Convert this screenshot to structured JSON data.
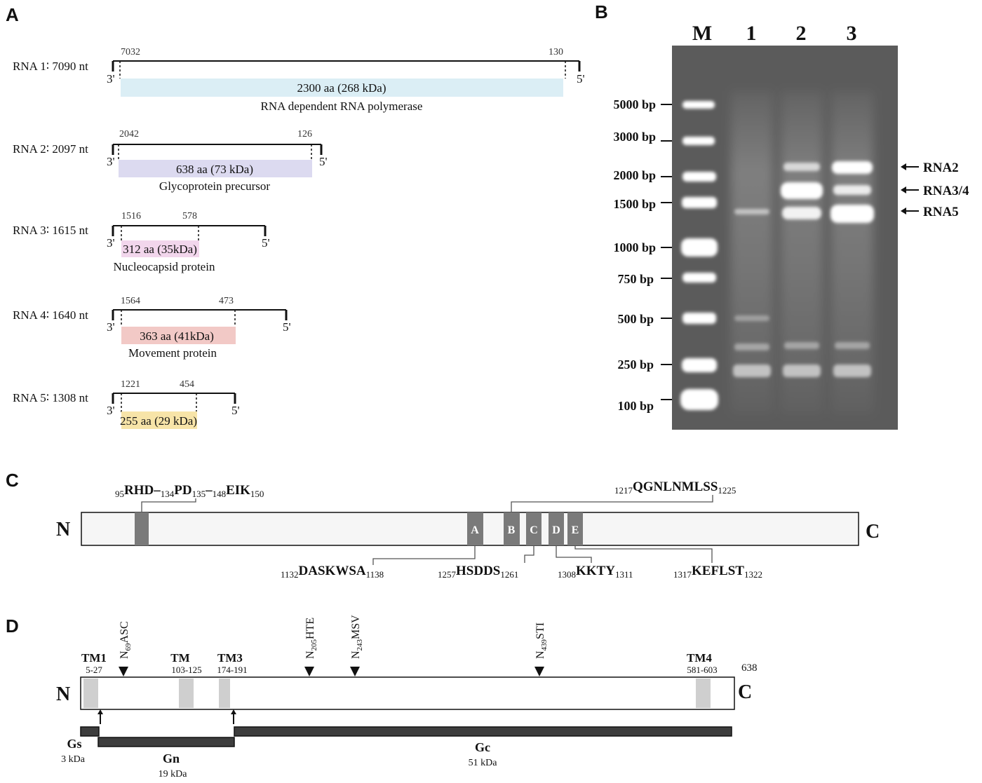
{
  "panels": {
    "a": "A",
    "b": "B",
    "c": "C",
    "d": "D"
  },
  "panel_a": {
    "rnas": [
      {
        "label": "RNA 1∶ 7090 nt",
        "start_pos": "7032",
        "end_pos": "130",
        "left_end": "3'",
        "right_end": "5'",
        "protein": "2300 aa (268 kDa)",
        "name": "RNA dependent RNA polymerase",
        "color": "#dbeef5"
      },
      {
        "label": "RNA 2∶ 2097 nt",
        "start_pos": "2042",
        "end_pos": "126",
        "left_end": "3'",
        "right_end": "5'",
        "protein": "638 aa (73 kDa)",
        "name": "Glycoprotein precursor",
        "color": "#dcdaf0"
      },
      {
        "label": "RNA 3∶ 1615 nt",
        "start_pos": "1516",
        "end_pos": "578",
        "left_end": "3'",
        "right_end": "5'",
        "protein": "312 aa (35kDa)",
        "name": "Nucleocapsid protein",
        "color": "#f2d6ec"
      },
      {
        "label": "RNA 4∶ 1640 nt",
        "start_pos": "1564",
        "end_pos": "473",
        "left_end": "3'",
        "right_end": "5'",
        "protein": "363 aa (41kDa)",
        "name": "Movement protein",
        "color": "#f2c9c6"
      },
      {
        "label": "RNA 5∶ 1308 nt",
        "start_pos": "1221",
        "end_pos": "454",
        "left_end": "3'",
        "right_end": "5'",
        "protein": "255 aa (29 kDa)",
        "name": "",
        "color": "#f7e4a8"
      }
    ]
  },
  "panel_b": {
    "lanes": [
      "M",
      "1",
      "2",
      "3"
    ],
    "ladder": [
      "5000 bp",
      "3000 bp",
      "2000 bp",
      "1500 bp",
      "1000 bp",
      "750 bp",
      "500 bp",
      "250 bp",
      "100 bp"
    ],
    "band_labels": [
      "RNA2",
      "RNA3/4",
      "RNA5"
    ]
  },
  "panel_c": {
    "n_term": "N",
    "c_term": "C",
    "boxes": [
      "A",
      "B",
      "C",
      "D",
      "E"
    ],
    "motifs": {
      "m1": {
        "a": "95",
        "b": "RHD",
        "c": "–",
        "d": "134",
        "e": "PD",
        "f": "135",
        "g": "–",
        "h": "148",
        "i": "EIK",
        "j": "150"
      },
      "m2": {
        "a": "1217",
        "b": "QGNLNMLSS",
        "c": "1225"
      },
      "m3": {
        "a": "1132",
        "b": "DASKWSA",
        "c": "1138"
      },
      "m4": {
        "a": "1257",
        "b": "HSDDS",
        "c": "1261"
      },
      "m5": {
        "a": "1308",
        "b": "KKTY",
        "c": "1311"
      },
      "m6": {
        "a": "1317",
        "b": "KEFLST",
        "c": "1322"
      }
    }
  },
  "panel_d": {
    "n_term": "N",
    "c_term": "C",
    "length": "638",
    "tm": [
      {
        "name": "TM1",
        "range": "5-27"
      },
      {
        "name": "TM",
        "range": "103-125"
      },
      {
        "name": "TM3",
        "range": "174-191"
      },
      {
        "name": "TM4",
        "range": "581-603"
      }
    ],
    "glyco": [
      {
        "n": "N",
        "sub": "69",
        "rest": "ASC"
      },
      {
        "n": "N",
        "sub": "205",
        "rest": "HTE"
      },
      {
        "n": "N",
        "sub": "243",
        "rest": "MSV"
      },
      {
        "n": "N",
        "sub": "439",
        "rest": "STI"
      }
    ],
    "segments": [
      {
        "name": "Gs",
        "mass": "3 kDa"
      },
      {
        "name": "Gn",
        "mass": "19 kDa"
      },
      {
        "name": "Gc",
        "mass": "51 kDa"
      }
    ]
  }
}
